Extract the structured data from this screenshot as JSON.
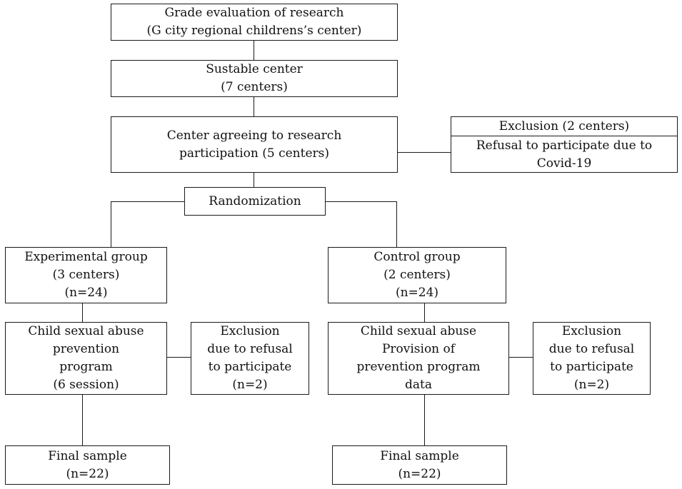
{
  "flowchart": {
    "grade_evaluation": [
      "Grade evaluation of research",
      "(G city regional childrens’s center)"
    ],
    "sustainable_center": [
      "Sustable center",
      "(7 centers)"
    ],
    "agreeing_centers": [
      "Center agreeing to research",
      "participation (5 centers)"
    ],
    "exclusion_top": {
      "header": "Exclusion (2 centers)",
      "body": [
        "Refusal to participate due to",
        "Covid-19"
      ]
    },
    "randomization": "Randomization",
    "experimental_group": [
      "Experimental group",
      "(3 centers)",
      "(n=24)"
    ],
    "control_group": [
      "Control group",
      "(2 centers)",
      "(n=24)"
    ],
    "experimental_program": [
      "Child sexual abuse",
      "prevention",
      "program",
      "(6 session)"
    ],
    "experimental_exclusion": [
      "Exclusion",
      "due to refusal",
      "to participate",
      "(n=2)"
    ],
    "control_program": [
      "Child sexual abuse",
      "Provision of",
      "prevention program",
      "data"
    ],
    "control_exclusion": [
      "Exclusion",
      "due to refusal",
      "to participate",
      "(n=2)"
    ],
    "experimental_final": [
      "Final sample",
      "(n=22)"
    ],
    "control_final": [
      "Final sample",
      "(n=22)"
    ]
  }
}
